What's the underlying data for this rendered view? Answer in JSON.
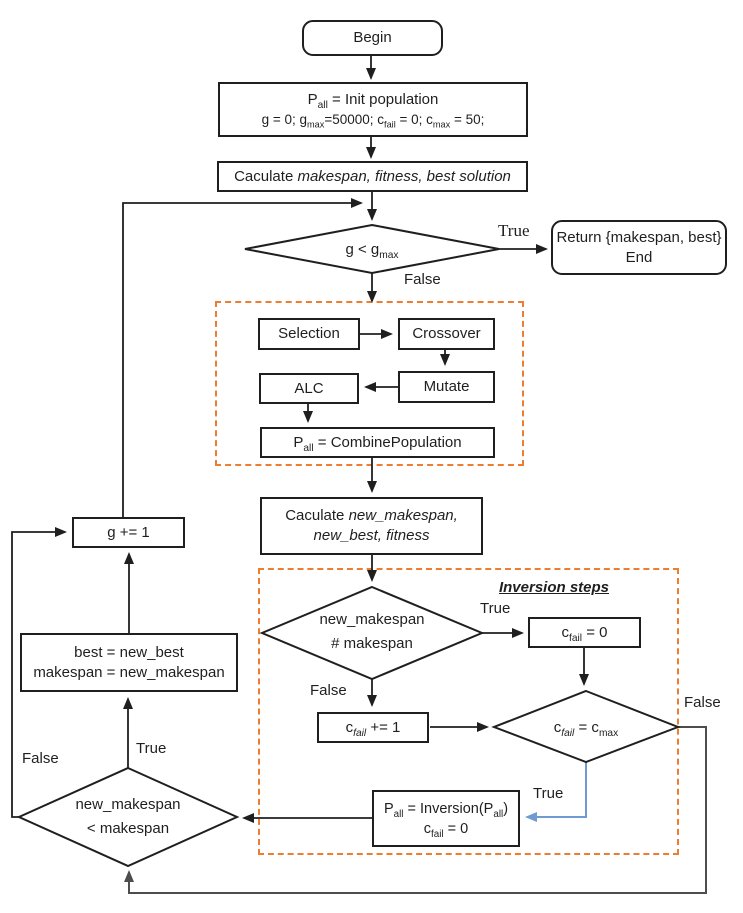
{
  "title": "Genetic algorithm with inversion steps flowchart",
  "colors": {
    "line": "#1f1f1f",
    "loop_line": "#4d4d4d",
    "blue_arrow": "#6f9bd2",
    "dashed_border": "#ED7D31",
    "background": "#ffffff"
  },
  "nodes": {
    "begin": {
      "label": "Begin"
    },
    "init": {
      "line1": "P<sub>all</sub> = Init population",
      "line2": "g = 0; g<sub>max</sub>=50000; c<sub>fail</sub> = 0; c<sub>max</sub> = 50;"
    },
    "calc_makespan": {
      "label": "Caculate <i>makespan, fitness, best solution</i>"
    },
    "decision_generation": {
      "label": "g &lt; g<sub>max</sub>"
    },
    "return_end": {
      "line1": "Return {makespan, best}",
      "line2": "End"
    },
    "selection": {
      "label": "Selection"
    },
    "crossover": {
      "label": "Crossover"
    },
    "alc": {
      "label": "ALC"
    },
    "mutate": {
      "label": "Mutate"
    },
    "combine": {
      "label": "P<sub>all</sub> = CombinePopulation"
    },
    "calc_new_makespan": {
      "line1": "Caculate <i>new_makespan,</i>",
      "line2": "<i>new_best, fitness</i>"
    },
    "inversion_section_title": "Inversion steps",
    "decision_makespan_changed": {
      "line1": "new_makespan",
      "line2": "# makespan"
    },
    "cfail_reset": {
      "label": "c<sub>fail</sub> = 0"
    },
    "cfail_increment": {
      "label": "c<sub><i>fail</i></sub> += 1"
    },
    "decision_cfail_max": {
      "label": "c<sub><i>fail</i></sub> = c<sub>max</sub>"
    },
    "inversion": {
      "line1": "P<sub>all</sub> = Inversion(P<sub>all</sub>)",
      "line2": "c<sub>fail</sub> = 0"
    },
    "increment_generation": {
      "label": "g += 1"
    },
    "update_best": {
      "line1": "best = new_best",
      "line2": "makespan = new_makespan"
    },
    "decision_improved": {
      "line1": "new_makespan",
      "line2": "&lt; makespan"
    }
  },
  "edge_labels": {
    "generation_true": "True",
    "generation_false": "False",
    "makespan_changed_true": "True",
    "makespan_changed_false": "False",
    "cfail_max_false": "False",
    "cfail_max_true": "True",
    "improved_true": "True",
    "improved_false": "False"
  }
}
